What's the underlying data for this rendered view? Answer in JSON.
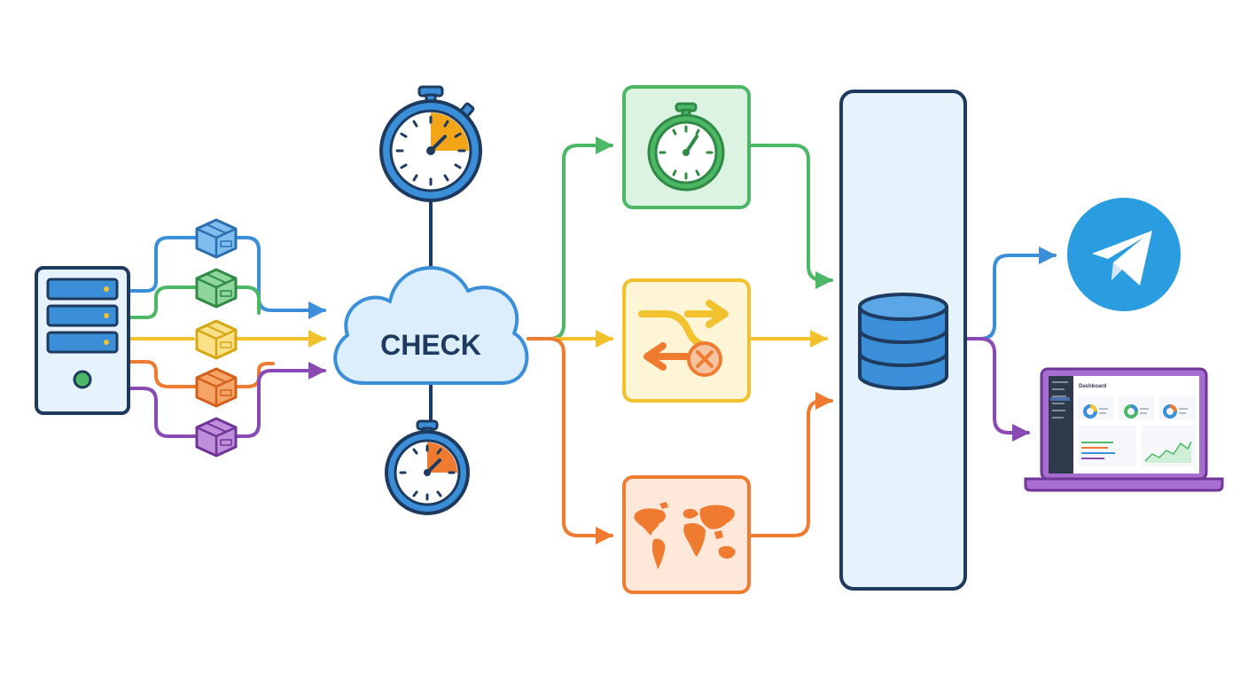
{
  "check_label": "CHECK",
  "colors": {
    "navy": "#1e3a5f",
    "blue": "#3b8fd9",
    "green": "#4cb866",
    "yellow": "#f2c12e",
    "orange": "#ee7b30",
    "purple": "#8a4ab3",
    "light_blue_fill": "#e6f2fc",
    "cloud_fill": "#dceefb",
    "telegram": "#2a9de0"
  },
  "packages": [
    {
      "name": "package-blue",
      "color": "blue"
    },
    {
      "name": "package-green",
      "color": "green"
    },
    {
      "name": "package-yellow",
      "color": "yellow"
    },
    {
      "name": "package-orange",
      "color": "orange"
    },
    {
      "name": "package-purple",
      "color": "purple"
    }
  ],
  "icons": {
    "server": "server-icon",
    "cloud": "cloud-icon",
    "timer_top": "stopwatch-icon",
    "timer_bottom": "stopwatch-icon",
    "ok_box": "stopwatch-icon",
    "redirect_box": "redirect-arrows-icon",
    "error_mark": "x-circle-icon",
    "geo_box": "world-map-icon",
    "database": "database-icon",
    "telegram": "telegram-icon",
    "laptop": "laptop-dashboard-icon"
  },
  "dashboard": {
    "title": "Dashboard"
  }
}
